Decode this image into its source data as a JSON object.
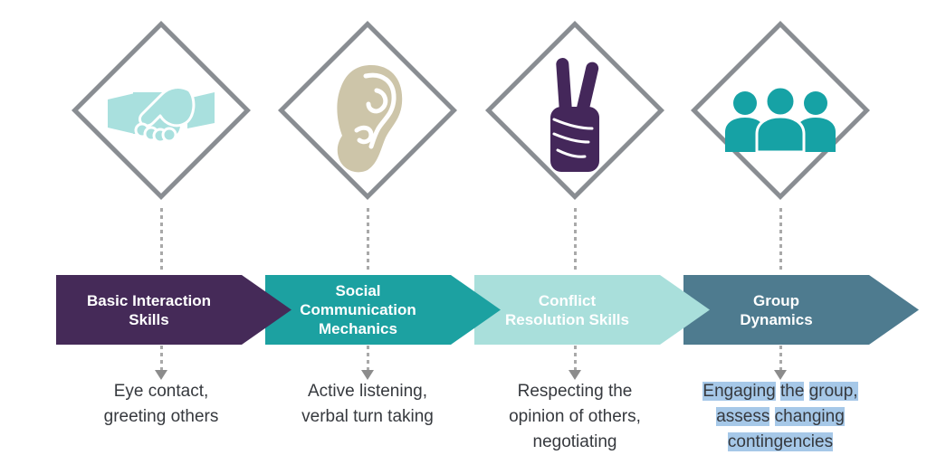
{
  "figure": {
    "title": "Social skills progression diagram",
    "columns": [
      {
        "icon": "handshake-icon",
        "icon_color": "#a9e0de",
        "banner": {
          "label": "Basic Interaction Skills",
          "lines": [
            "Basic Interaction",
            "Skills"
          ],
          "color": "#452a58"
        },
        "description": {
          "text": "Eye contact, greeting others",
          "lines": [
            "Eye contact,",
            "greeting others"
          ],
          "highlighted": false
        }
      },
      {
        "icon": "ear-icon",
        "icon_color": "#cdc5a9",
        "banner": {
          "label": "Social Communication Mechanics",
          "lines": [
            "Social",
            "Communication",
            "Mechanics"
          ],
          "color": "#1ca1a1"
        },
        "description": {
          "text": "Active listening, verbal turn taking",
          "lines": [
            "Active listening,",
            "verbal turn taking"
          ],
          "highlighted": false
        }
      },
      {
        "icon": "peace-hand-icon",
        "icon_color": "#44275a",
        "banner": {
          "label": "Conflict Resolution Skills",
          "lines": [
            "Conflict",
            "Resolution Skills"
          ],
          "color": "#a9dfdb"
        },
        "description": {
          "text": "Respecting the opinion of others, negotiating",
          "lines": [
            "Respecting the",
            "opinion of others,",
            "negotiating"
          ],
          "highlighted": false
        }
      },
      {
        "icon": "people-group-icon",
        "icon_color": "#16a2a5",
        "banner": {
          "label": "Group Dynamics",
          "lines": [
            "Group",
            "Dynamics"
          ],
          "color": "#4e7b8f"
        },
        "description": {
          "text": "Engaging the group, assess changing contingencies",
          "lines": [
            "Engaging the group,",
            "assess changing",
            "contingencies"
          ],
          "highlighted": true
        }
      }
    ],
    "styles": {
      "diamond_border": "#898d92",
      "dash_color": "#a9a9a9",
      "arrowhead_color": "#8c8c8c",
      "banner_text_color": "#ffffff",
      "description_text_color": "#36393e",
      "selection_highlight": "#a6c8e8"
    }
  }
}
